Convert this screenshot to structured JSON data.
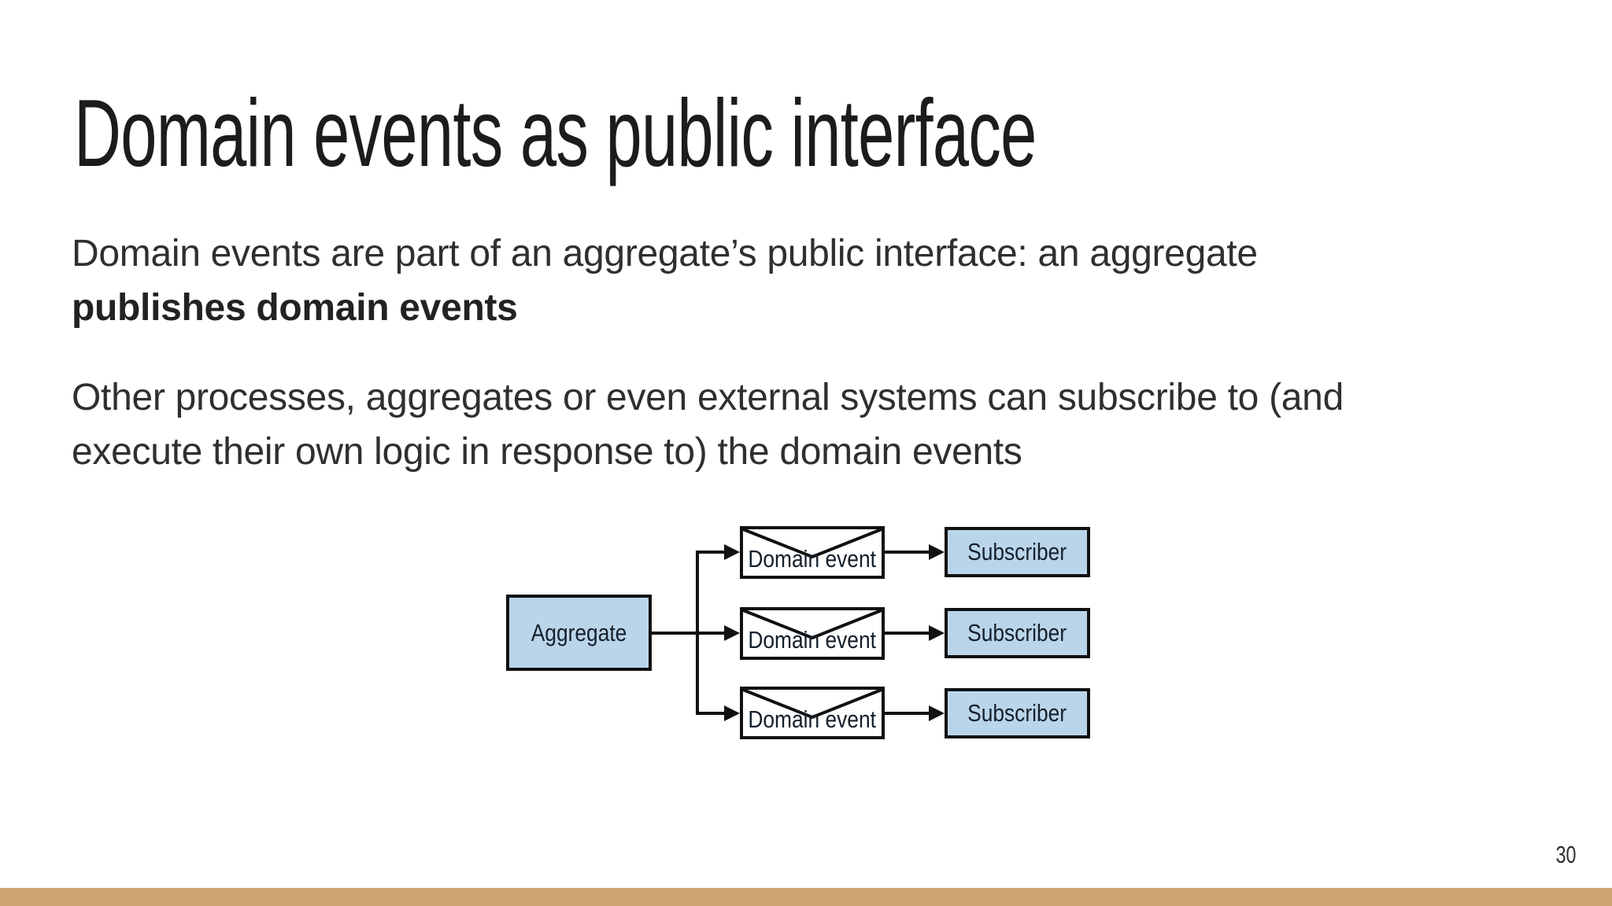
{
  "slide": {
    "title": "Domain events as public interface",
    "paragraph1": {
      "line1": "Domain events are part of an aggregate’s public interface: an aggregate",
      "line2_bold": "publishes domain events"
    },
    "paragraph2": {
      "line1": "Other processes, aggregates or even external systems can subscribe to (and",
      "line2": "execute their own logic in response to) the domain events"
    },
    "page_number": "30"
  },
  "diagram": {
    "aggregate_label": "Aggregate",
    "domain_events": [
      {
        "label": "Domain event",
        "icon": "envelope-icon"
      },
      {
        "label": "Domain event",
        "icon": "envelope-icon"
      },
      {
        "label": "Domain event",
        "icon": "envelope-icon"
      }
    ],
    "subscribers": [
      {
        "label": "Subscriber"
      },
      {
        "label": "Subscriber"
      },
      {
        "label": "Subscriber"
      }
    ]
  },
  "colors": {
    "box_fill": "#bad5ea",
    "box_border": "#111111",
    "arrow": "#111111",
    "footer_bar": "#cca472",
    "title_text": "#1c1c1c",
    "body_text": "#2f2f2f"
  }
}
